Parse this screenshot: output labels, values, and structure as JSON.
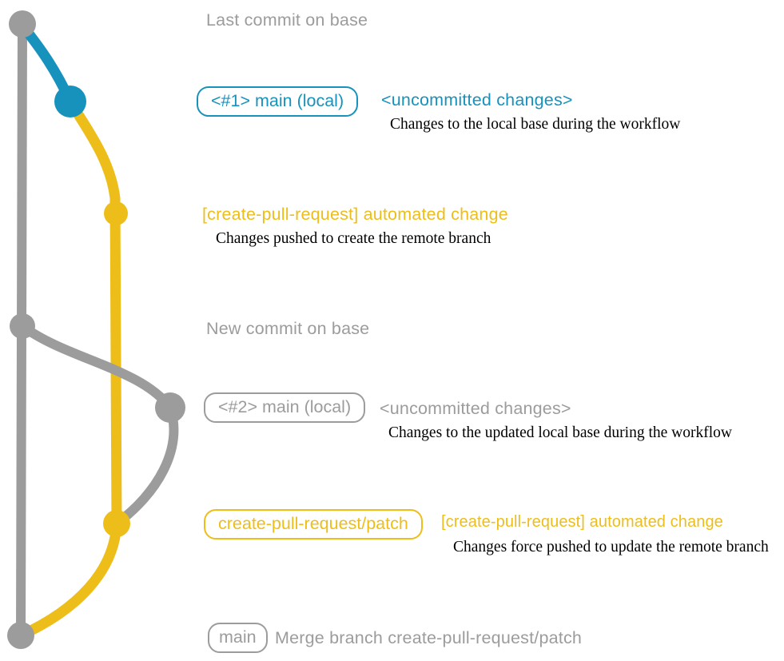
{
  "diagram": {
    "description": "Git branching diagram for the create-pull-request workflow",
    "colors": {
      "base_gray": "#9c9c9c",
      "local_teal": "#1792bc",
      "branch_yellow": "#edbe1a",
      "desc_black": "#000000",
      "background": "#ffffff"
    },
    "nodes": {
      "last_commit": {
        "label": "Last commit on base"
      },
      "local_1": {
        "badge": "<#1> main (local)",
        "title": "<uncommitted changes>",
        "desc": "Changes to the local base during the workflow"
      },
      "push_1": {
        "title": "[create-pull-request] automated change",
        "desc": "Changes pushed to create the remote branch"
      },
      "new_commit": {
        "label": "New commit on base"
      },
      "local_2": {
        "badge": "<#2> main (local)",
        "title": "<uncommitted changes>",
        "desc": "Changes to the updated local base during the workflow"
      },
      "push_2": {
        "badge": "create-pull-request/patch",
        "title": "[create-pull-request] automated change",
        "desc": "Changes force pushed to update the remote branch"
      },
      "merge": {
        "badge": "main",
        "title": "Merge branch create-pull-request/patch"
      }
    }
  }
}
